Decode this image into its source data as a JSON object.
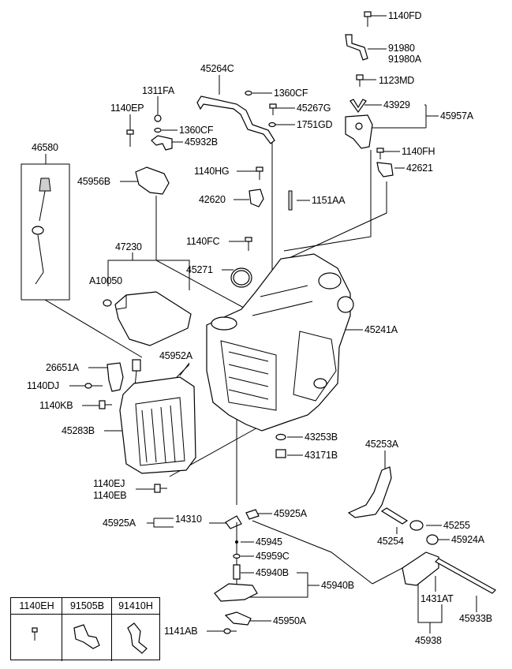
{
  "labels": {
    "p1140FD": "1140FD",
    "p91980": "91980",
    "p91980A": "91980A",
    "p1123MD": "1123MD",
    "p45264C": "45264C",
    "p1360CF_a": "1360CF",
    "p45267G": "45267G",
    "p43929": "43929",
    "p45957A": "45957A",
    "p1311FA": "1311FA",
    "p1140EP": "1140EP",
    "p1360CF_b": "1360CF",
    "p1751GD": "1751GD",
    "p45932B": "45932B",
    "p46580": "46580",
    "p1140FH": "1140FH",
    "p1140HG": "1140HG",
    "p42621": "42621",
    "p45956B": "45956B",
    "p42620": "42620",
    "p1151AA": "1151AA",
    "p1140FC": "1140FC",
    "p47230": "47230",
    "p45271": "45271",
    "pA10050": "A10050",
    "p45241A": "45241A",
    "p45952A": "45952A",
    "p26651A": "26651A",
    "p1140DJ": "1140DJ",
    "p1140KB": "1140KB",
    "p45283B": "45283B",
    "p43253B": "43253B",
    "p43171B": "43171B",
    "p45253A": "45253A",
    "p1140EJ": "1140EJ",
    "p1140EB": "1140EB",
    "p45925A_r": "45925A",
    "p45925A_l": "45925A",
    "p14310": "14310",
    "p45255": "45255",
    "p45945": "45945",
    "p45254": "45254",
    "p45924A": "45924A",
    "p45959C": "45959C",
    "p45940B_a": "45940B",
    "p45940B_b": "45940B",
    "p1431AT": "1431AT",
    "p45933B": "45933B",
    "p1141AB": "1141AB",
    "p45950A": "45950A",
    "p45938": "45938"
  },
  "legend": {
    "col1": "1140EH",
    "col2": "91505B",
    "col3": "91410H"
  }
}
